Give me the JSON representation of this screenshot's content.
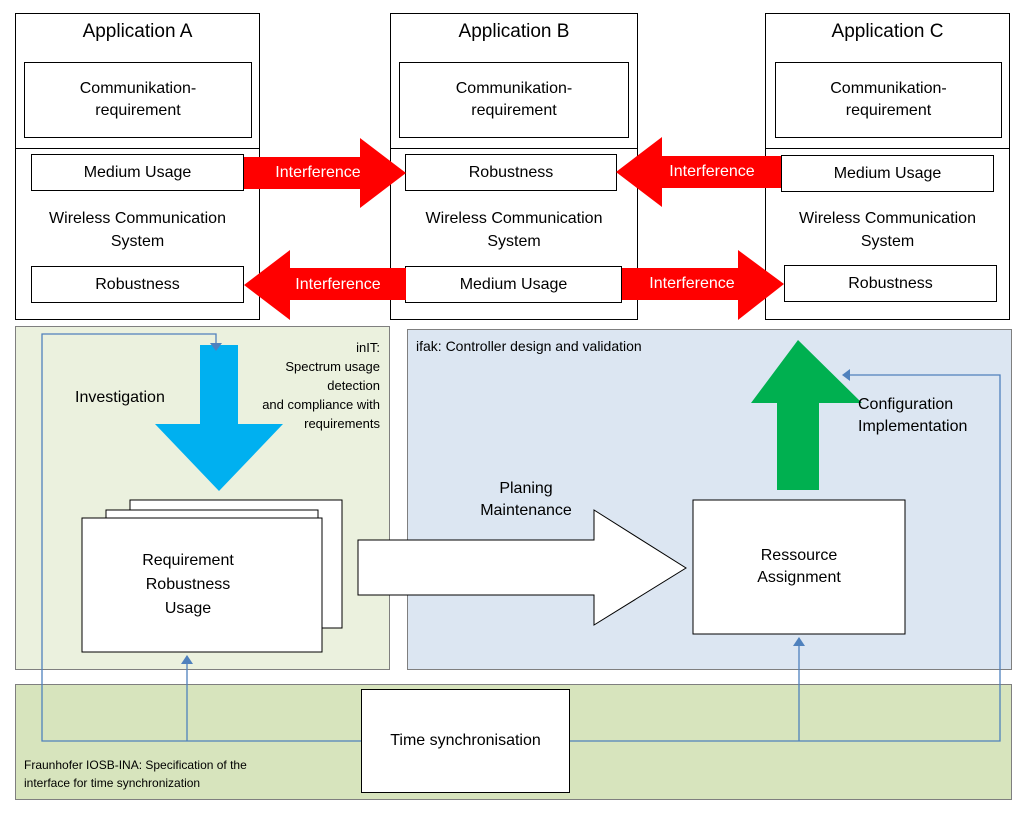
{
  "applications": [
    {
      "title": "Application A",
      "requirement": "Communikation-\nrequirement",
      "top_box": "Medium Usage",
      "system": "Wireless Communication\nSystem",
      "bottom_box": "Robustness"
    },
    {
      "title": "Application B",
      "requirement": "Communikation-\nrequirement",
      "top_box": "Robustness",
      "system": "Wireless Communication\nSystem",
      "bottom_box": "Medium Usage"
    },
    {
      "title": "Application C",
      "requirement": "Communikation-\nrequirement",
      "top_box": "Medium Usage",
      "system": "Wireless Communication\nSystem",
      "bottom_box": "Robustness"
    }
  ],
  "interference": {
    "a_to_b": "Interference",
    "c_to_b": "Interference",
    "b_to_a": "Interference",
    "b_to_c": "Interference"
  },
  "init_panel": {
    "title": "inIT:\nSpectrum usage\ndetection\nand compliance with\nrequirements",
    "investigation": "Investigation",
    "stack_label": "Requirement\nRobustness\nUsage"
  },
  "ifak_panel": {
    "title": "ifak: Controller design and validation",
    "configuration": "Configuration\nImplementation",
    "resource": "Ressource\nAssignment"
  },
  "planing": "Planing\nMaintenance",
  "fraunhofer_panel": {
    "title": "Fraunhofer IOSB-INA: Specification of the\ninterface for time synchronization",
    "time_sync": "Time synchronisation"
  },
  "colors": {
    "red_arrow": "#ff0000",
    "blue_arrow": "#00b0f0",
    "green_arrow": "#00b050",
    "init_bg": "#ebf1de",
    "ifak_bg": "#dce6f2",
    "fraunhofer_bg": "#d7e4bd",
    "connector": "#4f81bd"
  }
}
